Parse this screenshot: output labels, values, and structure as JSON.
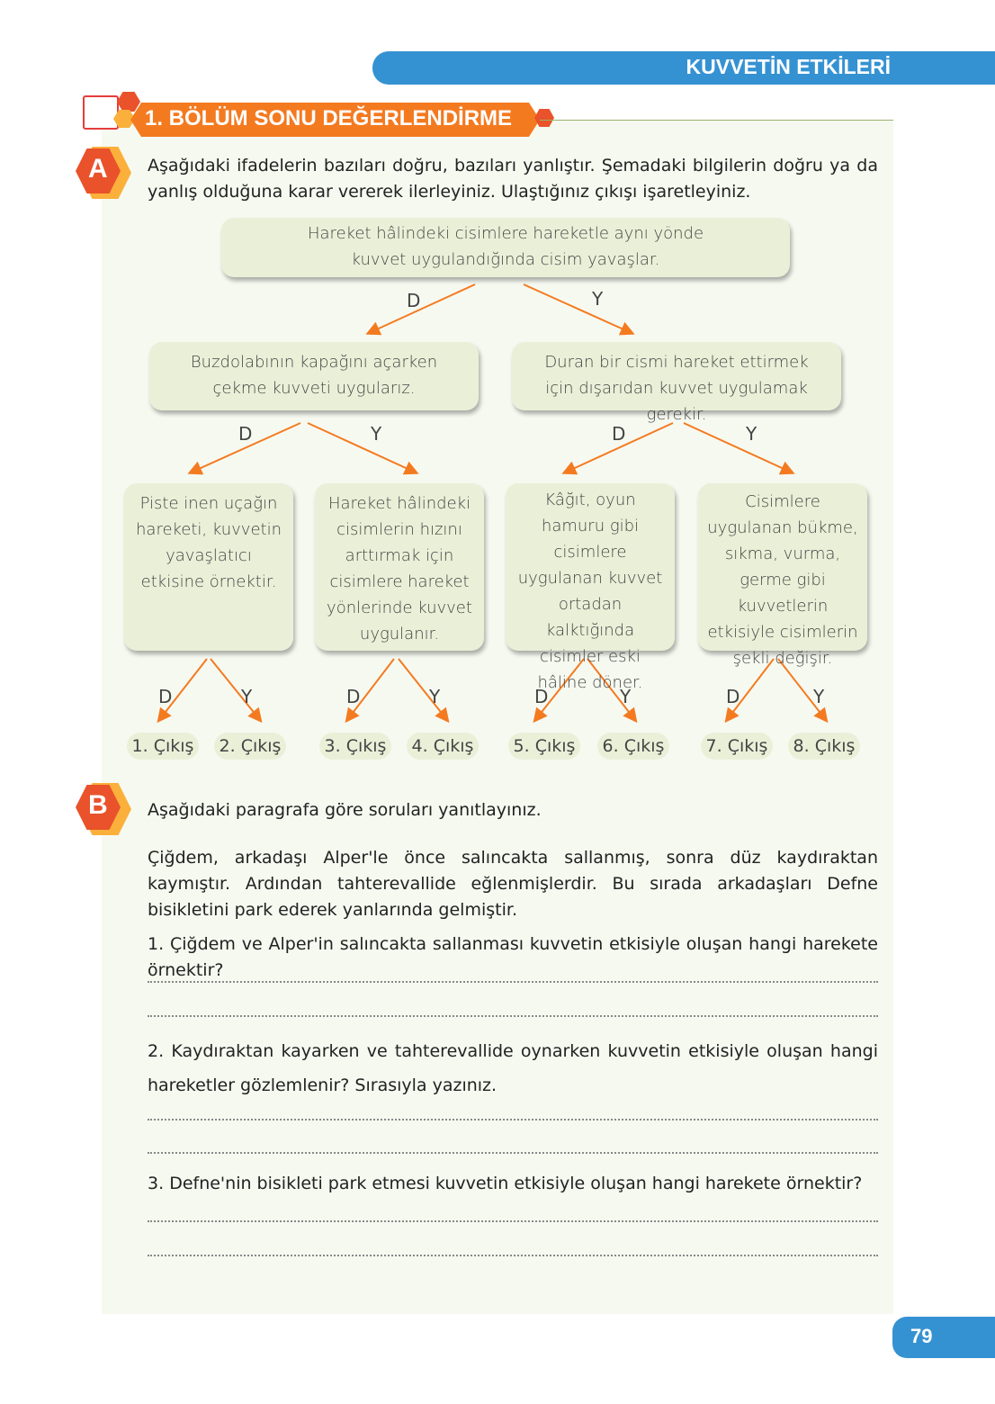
{
  "header": {
    "title": "KUVVETİN ETKİLERİ"
  },
  "section": {
    "title": "1. BÖLÜM SONU DEĞERLENDİRME"
  },
  "partA": {
    "badge": "A",
    "instruction": "Aşağıdaki ifadelerin bazıları doğru, bazıları yanlıştır. Şemadaki bilgilerin doğru ya da yanlış olduğuna karar vererek ilerleyiniz. Ulaştığınız çıkışı işaretleyiniz.",
    "root": "Hareket hâlindeki cisimlere hareketle aynı yönde kuvvet uygulandığında cisim yavaşlar.",
    "level2": [
      "Buzdolabının kapağını açarken çekme kuvveti uygularız.",
      "Duran bir cismi hareket ettirmek için dışarıdan kuvvet uygulamak gerekir."
    ],
    "level3": [
      "Piste inen uçağın hareketi, kuvvetin yavaşlatıcı etkisine örnektir.",
      "Hareket hâlindeki cisimlerin hızını arttırmak için cisimlere hareket yönlerinde kuvvet uygulanır.",
      "Kâğıt, oyun hamuru gibi cisimlere uygulanan kuvvet ortadan kalktığında cisimler eski hâline döner.",
      "Cisimlere uygulanan bükme, sıkma, vurma, germe gibi kuvvetlerin etkisiyle cisimlerin şekli değişir."
    ],
    "true_label": "D",
    "false_label": "Y",
    "exits": [
      "1. Çıkış",
      "2. Çıkış",
      "3. Çıkış",
      "4. Çıkış",
      "5. Çıkış",
      "6. Çıkış",
      "7. Çıkış",
      "8. Çıkış"
    ],
    "arrow_color": "#f47a20"
  },
  "partB": {
    "badge": "B",
    "instruction": "Aşağıdaki paragrafa göre soruları yanıtlayınız.",
    "paragraph": "Çiğdem, arkadaşı Alper'le önce salıncakta sallanmış, sonra düz kaydıraktan kaymıştır. Ardından tahterevallide eğlenmişlerdir. Bu sırada arkadaşları Defne bisikletini park ederek yanlarında gelmiştir.",
    "questions": [
      {
        "num": "1.",
        "text": "Çiğdem ve Alper'in salıncakta sallanması kuvvetin etkisiyle oluşan hangi harekete örnektir?"
      },
      {
        "num": "2.",
        "text": "Kaydıraktan kayarken ve tahterevallide oynarken kuvvetin etkisiyle oluşan hangi hareketler gözlemlenir? Sırasıyla yazınız."
      },
      {
        "num": "3.",
        "text": "Defne'nin bisikleti park etmesi kuvvetin etkisiyle oluşan hangi harekete örnektir?"
      }
    ]
  },
  "page_number": "79"
}
